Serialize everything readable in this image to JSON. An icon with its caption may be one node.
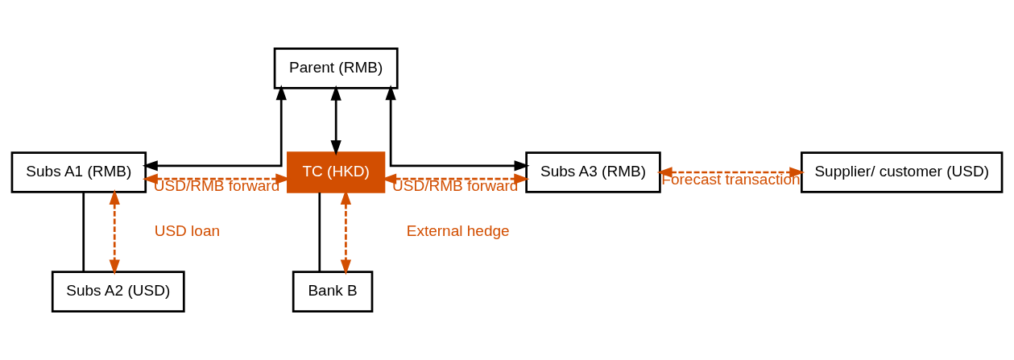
{
  "diagram": {
    "nodes": [
      {
        "text": [
          "Parent (RMB)"
        ]
      },
      {
        "text": [
          "Subs A1 (RMB)"
        ]
      },
      {
        "text": [
          "TC (HKD)"
        ]
      },
      {
        "text": [
          "Subs A3 (RMB)"
        ]
      },
      {
        "text": [
          "Supplier/ customer (USD)"
        ]
      },
      {
        "text": [
          "Subs A2 (USD)"
        ]
      },
      {
        "text": [
          "Bank B"
        ]
      }
    ],
    "edges": [
      {
        "from": 0,
        "to": 1,
        "arrow": "both"
      },
      {
        "from": 0,
        "to": 2,
        "arrow": "both"
      },
      {
        "from": 0,
        "to": 3,
        "arrow": "both"
      },
      {
        "from": 1,
        "to": 2,
        "arrow": "both",
        "label": "USD/RMB forward",
        "style": "dashed",
        "color": "#d24e01"
      },
      {
        "from": 2,
        "to": 3,
        "arrow": "both",
        "label": "USD/RMB forward",
        "style": "dashed",
        "color": "#d24e01"
      },
      {
        "from": 3,
        "to": 4,
        "arrow": "both",
        "label": "Forecast transaction",
        "style": "dashed",
        "color": "#d24e01"
      },
      {
        "from": 1,
        "to": 5,
        "arrow": "none"
      },
      {
        "from": 1,
        "to": 5,
        "arrow": "both",
        "label": "USD loan",
        "style": "dashed",
        "color": "#d24e01"
      },
      {
        "from": 2,
        "to": 6,
        "arrow": "none"
      },
      {
        "from": 2,
        "to": 6,
        "arrow": "both",
        "label": "External hedge",
        "style": "dashed",
        "color": "#d24e01"
      }
    ]
  }
}
